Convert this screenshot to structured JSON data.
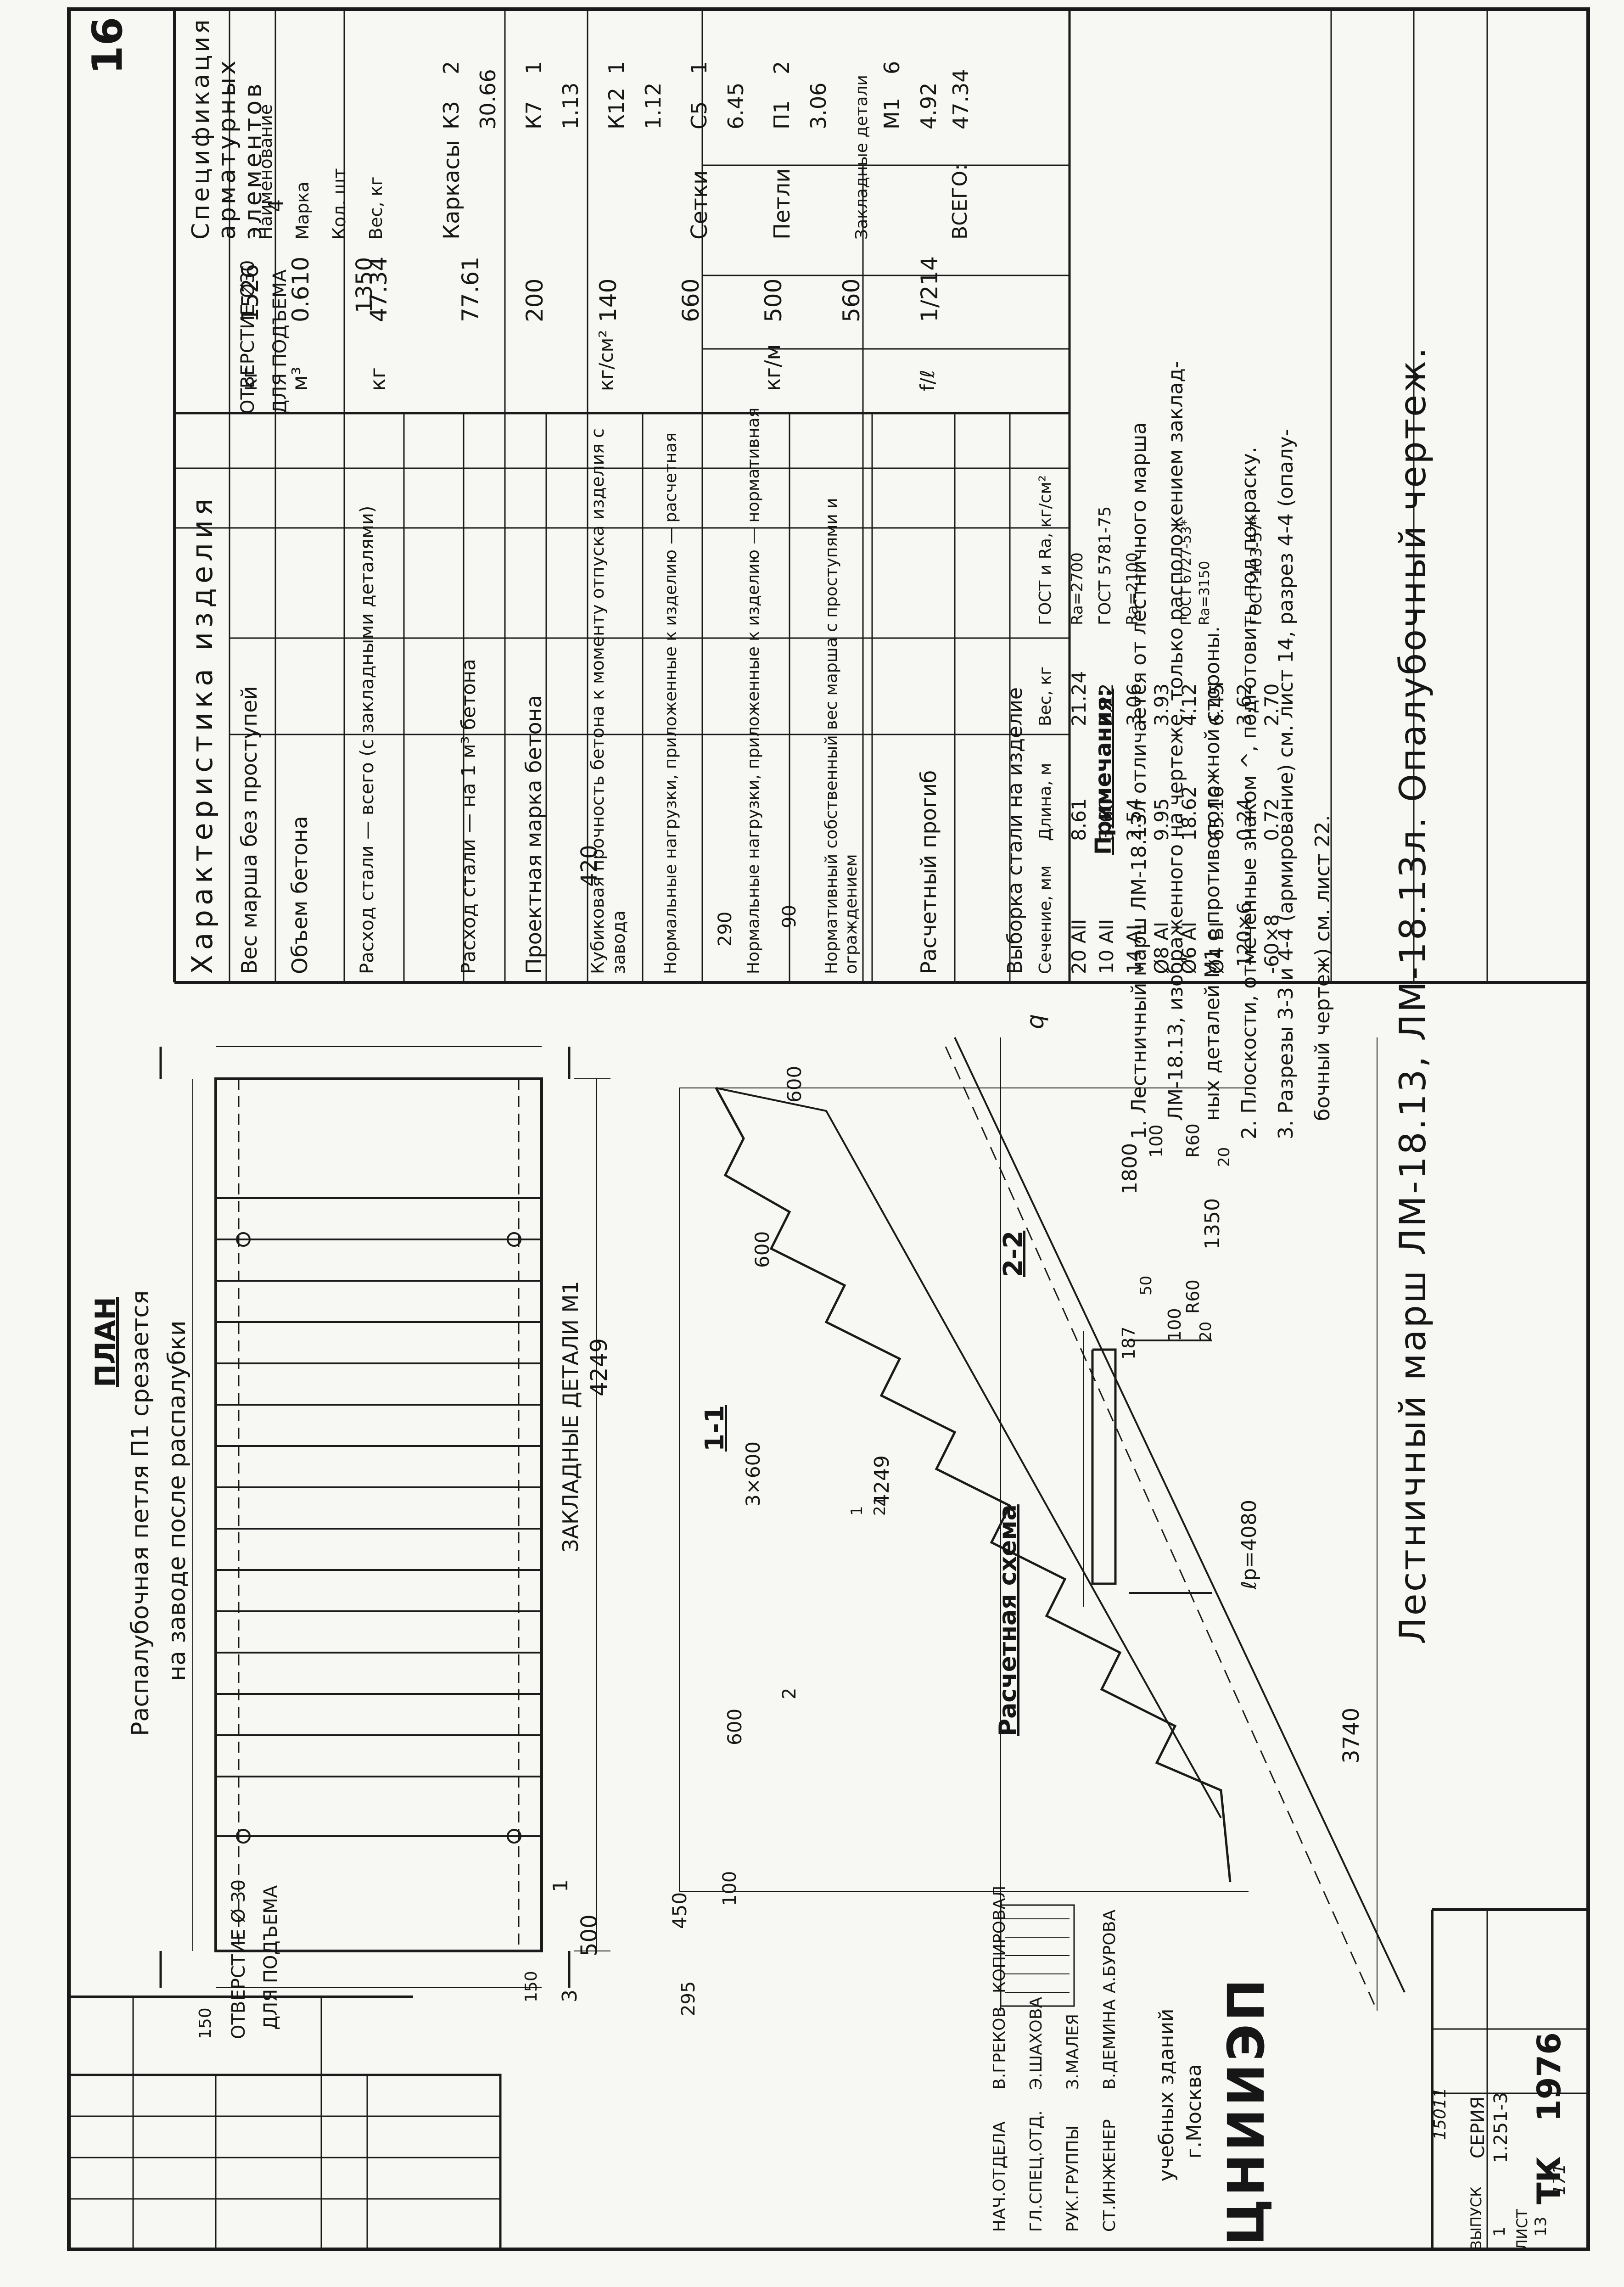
{
  "sheet": {
    "number": "16",
    "code": "ТК",
    "year": "1976",
    "series_label": "СЕРИЯ",
    "series_value": "1.251-3",
    "issue_label": "ВЫПУСК",
    "issue_value": "1",
    "page_label": "ЛИСТ",
    "page_value": "13",
    "handwritten_1": "15011",
    "handwritten_2": "171",
    "main_title": "Лестничный марш ЛМ-18.13, ЛМ-18.13л. Опалубочный чертеж."
  },
  "institute": {
    "name": "ЦНИИЭП",
    "line1": "учебных зданий",
    "line2": "г.Москва"
  },
  "stamp": {
    "rows": [
      {
        "role": "НАЧ.ОТДЕЛА",
        "name": "В.ГРЕКОВ"
      },
      {
        "role": "ГЛ.СПЕЦ.ОТД.",
        "name": "Э.ШАХОВА"
      },
      {
        "role": "РУК.ГРУППЫ",
        "name": "З.МАЛЕЯ"
      },
      {
        "role": "СТ.ИНЖЕНЕР",
        "name": "В.ДЕМИНА"
      }
    ],
    "copied_label": "КОПИРОВАЛ",
    "copied_name": "А.БУРОВА"
  },
  "plan": {
    "title": "ПЛАН",
    "note_line1": "Распалубочная петля П1 срезается",
    "note_line2": "на заводе после распалубки",
    "hole_top": "ОТВЕРСТИЕ Ø30",
    "hole_top_2": "ДЛЯ ПОДЪЕМА",
    "hole_bottom": "ОТВЕРСТИЕ Ø 30",
    "hole_bottom_2": "ДЛЯ ПОДЪЕМА",
    "embedded": "ЗАКЛАДНЫЕ ДЕТАЛИ М1",
    "dim_total": "4249",
    "dim_width": "1350",
    "dim_500": "500",
    "dim_420": "420",
    "dim_150a": "150",
    "dim_150b": "150",
    "dim_295": "295",
    "mark_4": "4",
    "mark_3": "3",
    "mark_1": "1"
  },
  "section11": {
    "title": "1-1",
    "dims": [
      "450",
      "100",
      "600",
      "600",
      "3×600",
      "600",
      "290",
      "90"
    ],
    "dim_total": "4249",
    "callout_top": "1",
    "callout_bottom": "21",
    "mark_2": "2"
  },
  "section22": {
    "title": "2-2",
    "dims": [
      "187",
      "100",
      "20",
      "R60",
      "50",
      "1350",
      "R60",
      "20",
      "100"
    ]
  },
  "calc_scheme": {
    "title": "Расчетная схема",
    "q": "q",
    "lp": "ℓр=4080",
    "span": "3740",
    "height": "1800"
  },
  "characteristics": {
    "title": "Характеристика изделия",
    "rows": [
      {
        "label": "Вес марша без проступей",
        "unit": "кг",
        "value": "1526"
      },
      {
        "label": "Объем бетона",
        "unit": "м³",
        "value": "0.610"
      },
      {
        "label": "Расход стали — всего (с закладными деталями)",
        "unit": "кг",
        "value": "47.34"
      },
      {
        "label": "Расход стали — на 1 м³ бетона",
        "unit": "",
        "value": "77.61"
      },
      {
        "label": "Проектная марка бетона",
        "unit": "",
        "value": "200"
      },
      {
        "label": "Кубиковая прочность бетона к моменту отпуска изделия с завода",
        "unit": "кг/см²",
        "value": "140"
      },
      {
        "label": "Нормальные нагрузки, приложенные к изделию — расчетная",
        "unit": "",
        "value": "660"
      },
      {
        "label": "Нормальные нагрузки, приложенные к изделию — нормативная",
        "unit": "кг/м",
        "value": "500"
      },
      {
        "label": "Нормативный собственный вес марша с проступями и ограждением",
        "unit": "",
        "value": "560"
      },
      {
        "label": "Расчетный прогиб",
        "unit": "f/ℓ",
        "value": "1/214"
      }
    ]
  },
  "specification": {
    "title": "Спецификация арматурных элементов",
    "headers": [
      "Наименование",
      "Марка",
      "Кол. шт",
      "Вес, кг"
    ],
    "rows": [
      {
        "name": "Каркасы",
        "mark": "К3",
        "qty": "2",
        "weight": "30.66"
      },
      {
        "name": "",
        "mark": "К7",
        "qty": "1",
        "weight": "1.13"
      },
      {
        "name": "",
        "mark": "К12",
        "qty": "1",
        "weight": "1.12"
      },
      {
        "name": "Сетки",
        "mark": "С5",
        "qty": "1",
        "weight": "6.45"
      },
      {
        "name": "Петли",
        "mark": "П1",
        "qty": "2",
        "weight": "3.06"
      },
      {
        "name": "Закладные детали",
        "mark": "М1",
        "qty": "6",
        "weight": "4.92"
      }
    ],
    "total_label": "ВСЕГО:",
    "total_value": "47.34"
  },
  "steel_selection": {
    "title": "Выборка стали на изделие",
    "headers": [
      "Сечение, мм",
      "Длина, м",
      "Вес, кг",
      "ГОСТ и Ra, кг/см²"
    ],
    "rows": [
      {
        "section": "20 AII",
        "length": "8.61",
        "weight": "21.24"
      },
      {
        "section": "10 AII",
        "length": "3.60",
        "weight": "2.22"
      },
      {
        "section": "14 AI",
        "length": "2.54",
        "weight": "3.06"
      },
      {
        "section": "Ø8 AI",
        "length": "9.95",
        "weight": "3.93"
      },
      {
        "section": "Ø6 AI",
        "length": "18.62",
        "weight": "4.12"
      },
      {
        "section": "Ø4 BI",
        "length": "65.16",
        "weight": "6.45"
      },
      {
        "section": "-120×6",
        "length": "0.24",
        "weight": "3.62"
      },
      {
        "section": "-60×8",
        "length": "0.72",
        "weight": "2.70"
      }
    ],
    "gost_1": "ГОСТ 5781-75",
    "ra_1": "Ra=2700",
    "ra_2": "Ra=2100",
    "gost_2": "ГОСТ 6727-53*",
    "ra_3": "Ra=3150",
    "gost_3": "ГОСТ-103-57*"
  },
  "notes": {
    "title": "Примечания:",
    "lines": [
      "1. Лестничный марш ЛМ-18.13л отличается от лестничного марша",
      "ЛМ-18.13, изображенного на чертеже, только расположением заклад-",
      "ных деталей М1 с противоположной стороны.",
      "2. Плоскости, отмеченные знаком ^, подготовить под покраску.",
      "3. Разрезы 3-3 и 4-4 (армирование) см. лист 14, разрез 4-4 (опалу-",
      "бочный чертеж) см. лист 22."
    ]
  }
}
